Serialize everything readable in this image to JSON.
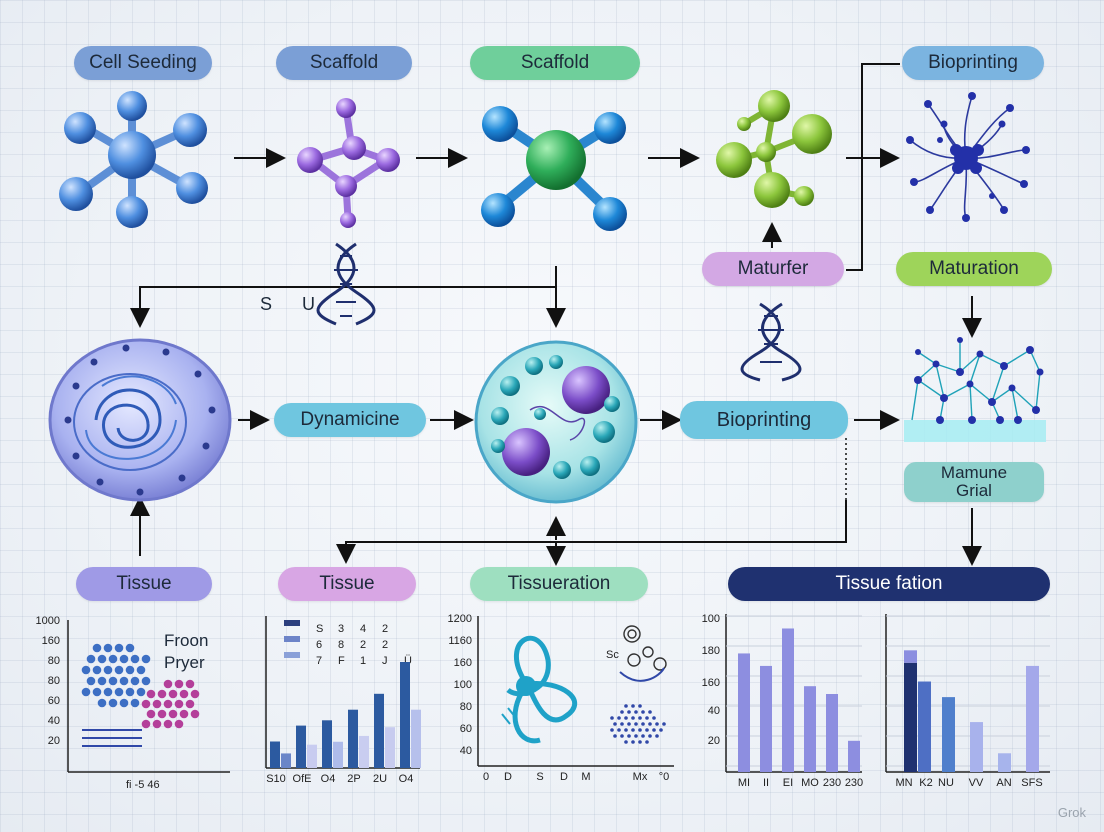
{
  "labels": {
    "cell_seeding": "Cell Seeding",
    "scaffold_1": "Scaffold",
    "scaffold_2": "Scaffold",
    "bioprinting_top": "Bioprinting",
    "maturfer": "Maturfer",
    "maturation": "Maturation",
    "dynamicine": "Dynamicine",
    "bioprinting_mid": "Bioprinting",
    "mamune_line1": "Mamune",
    "mamune_line2": "Grial",
    "tissue_1": "Tissue",
    "tissue_2": "Tissue",
    "tissueration": "Tissueration",
    "tissue_fation": "Tissue fation",
    "s_label": "S",
    "u_label": "U"
  },
  "colors": {
    "blue_pill": "#7b9fd6",
    "green_pill": "#6fcf9b",
    "lavender_pill": "#d3a8e4",
    "lime_pill": "#9ed45a",
    "cyan_pill": "#6fc6e0",
    "teal_pill": "#8ed0cc",
    "purple_pill": "#9f9ae6",
    "pink_pill": "#d8a6e4",
    "mint_pill": "#9edfc0",
    "navy_pill": "#1f3170"
  },
  "chart_data": [
    {
      "type": "scatter",
      "title": "Froon Pryer",
      "title_lines": [
        "Froon",
        "Pryer"
      ],
      "y_ticks": [
        "1000",
        "160",
        "80",
        "80",
        "60",
        "40",
        "20"
      ],
      "x_label": "fi -5 46",
      "series": [
        {
          "color": "#3d6fc4",
          "values": []
        },
        {
          "color": "#b43f9a",
          "values": []
        }
      ]
    },
    {
      "type": "bar",
      "categories": [
        "S10",
        "OfE",
        "O4",
        "2P",
        "2U",
        "O4"
      ],
      "legend_rows": [
        [
          "S",
          "3",
          "4",
          "2"
        ],
        [
          "6",
          "8",
          "2",
          "2"
        ],
        [
          "7",
          "F",
          "1",
          "J",
          "Ü"
        ]
      ],
      "values": [
        25,
        40,
        45,
        55,
        70,
        100
      ],
      "series": [
        {
          "color": "#2c5aa0",
          "values": [
            25,
            40,
            45,
            55,
            70,
            100
          ]
        }
      ]
    },
    {
      "type": "scatter",
      "y_ticks": [
        "1200",
        "1160",
        "160",
        "100",
        "80",
        "60",
        "40"
      ],
      "categories": [
        "0",
        "D",
        "S",
        "D",
        "M",
        "Mx",
        "°0"
      ],
      "annotation": "Sc"
    },
    {
      "type": "bar",
      "y_ticks": [
        "100",
        "180",
        "160",
        "40",
        "20"
      ],
      "categories": [
        "MI",
        "II",
        "EI",
        "MO",
        "230",
        "230"
      ],
      "values": [
        76,
        68,
        92,
        55,
        50,
        20
      ],
      "ylim": [
        0,
        100
      ],
      "series": [
        {
          "color": "#8d8ee0",
          "values": [
            76,
            68,
            92,
            55,
            50,
            20
          ]
        }
      ]
    },
    {
      "type": "bar",
      "categories": [
        "MN",
        "K2",
        "NU",
        "VV",
        "AN",
        "SFS"
      ],
      "values": [
        70,
        58,
        48,
        32,
        12,
        68
      ],
      "series": [
        {
          "color": "#6e7fd8",
          "values": [
            70,
            58,
            48,
            32,
            12,
            68
          ]
        }
      ]
    }
  ],
  "watermark": "Grok"
}
